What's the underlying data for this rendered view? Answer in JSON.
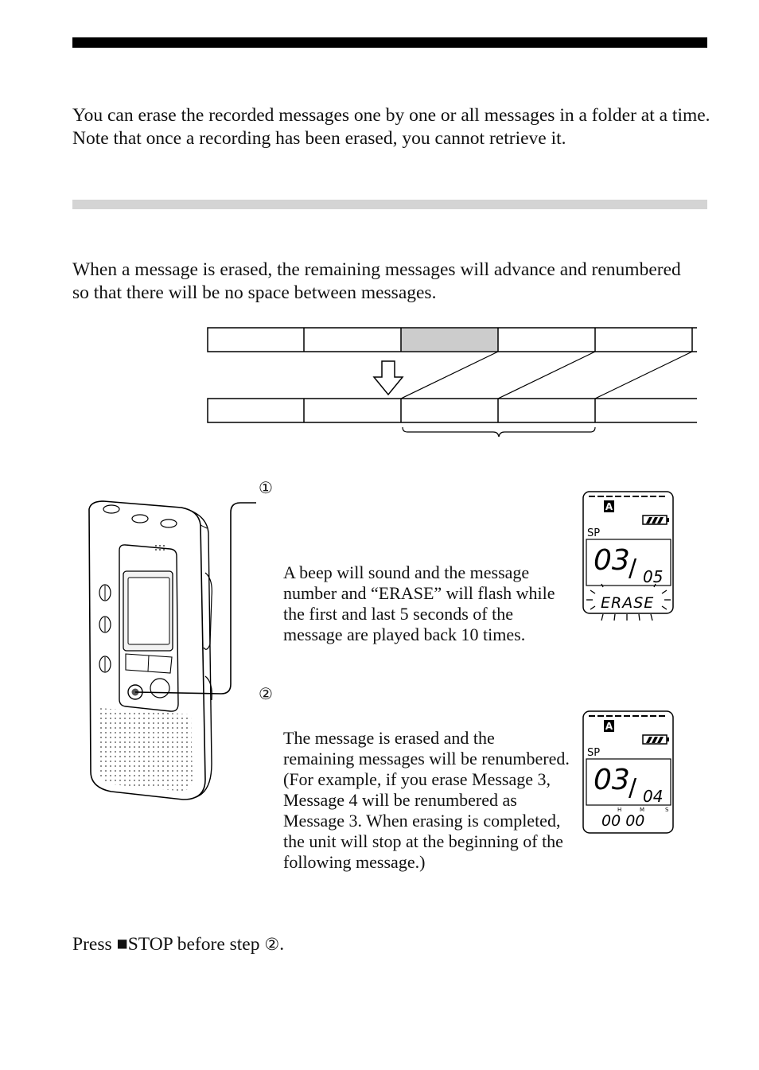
{
  "intro": {
    "line1": "You can erase the recorded messages one by one or all messages in a folder at a time.",
    "line2": "Note that once a recording has been erased, you cannot retrieve it."
  },
  "section": {
    "text": "When a message is erased, the remaining messages will advance and renumbered so that there will be no space between messages."
  },
  "steps": [
    {
      "number": "①",
      "description": "A beep will sound and the message number and “ERASE” will flash while the first and last 5 seconds of the message are played back 10 times."
    },
    {
      "number": "②",
      "description": "The message is erased and the remaining messages will be renumbered. (For example, if you erase Message 3, Message 4 will be renumbered as Message 3. When erasing is completed, the unit will stop at the beginning of the following message.)"
    }
  ],
  "note": {
    "prefix": "Press ",
    "stop_symbol": "■",
    "stop_label": "STOP before step ",
    "step_ref": "②",
    "suffix": "."
  },
  "display1": {
    "folder": "A",
    "mode": "SP",
    "message": "03",
    "total": "05",
    "status": "ERASE"
  },
  "display2": {
    "folder": "A",
    "mode": "SP",
    "message": "03",
    "total": "04",
    "time": "00 00",
    "time_labels": [
      "H",
      "M",
      "S"
    ]
  },
  "colors": {
    "erased_segment": "#cccccc",
    "section_rule": "#d4d4d4",
    "text": "#111111"
  }
}
